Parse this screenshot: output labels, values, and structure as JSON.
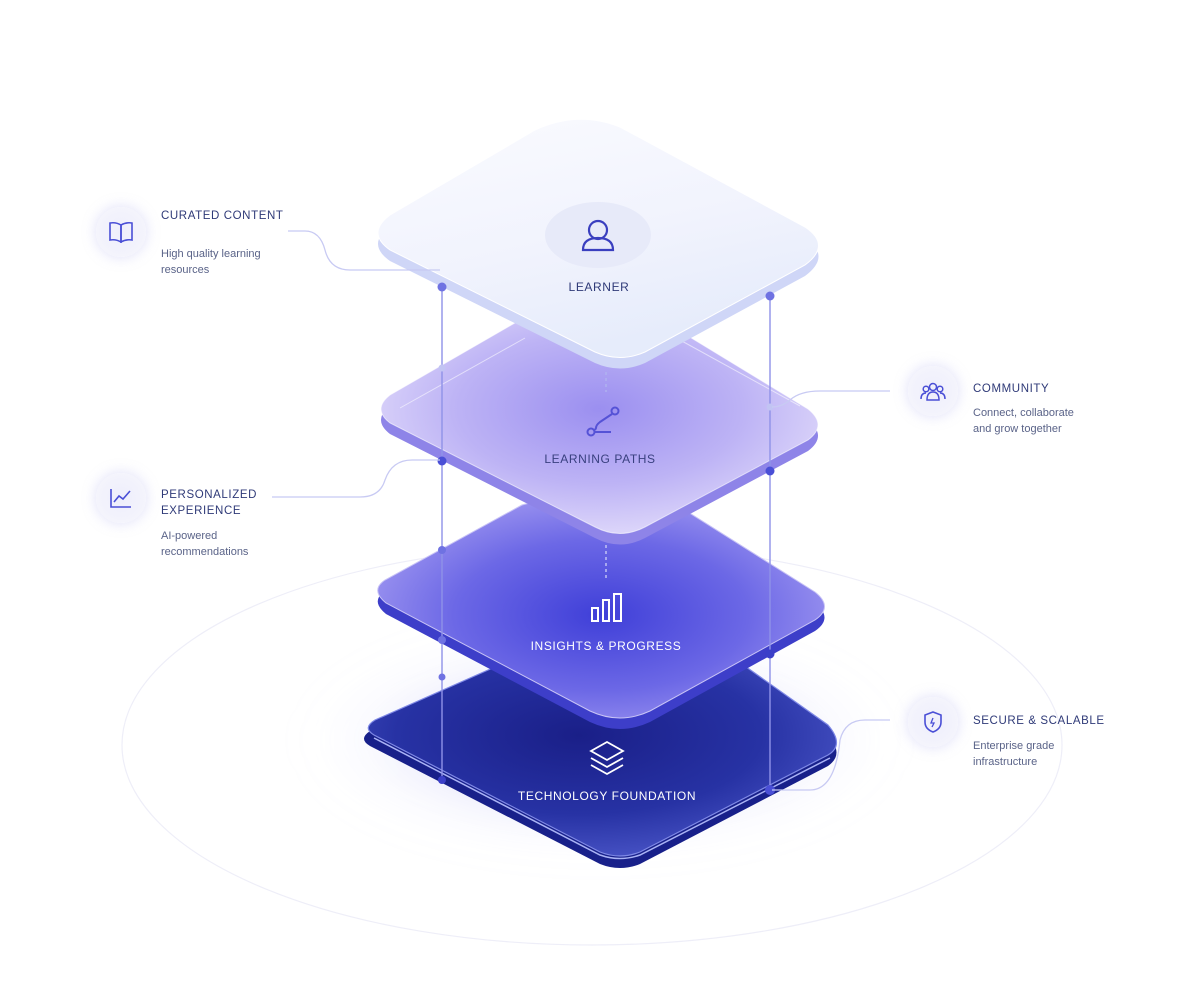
{
  "layers": [
    {
      "label": "LEARNER",
      "icon": "user-icon"
    },
    {
      "label": "LEARNING PATHS",
      "icon": "route-icon"
    },
    {
      "label": "INSIGHTS & PROGRESS",
      "icon": "bar-chart-icon"
    },
    {
      "label": "TECHNOLOGY FOUNDATION",
      "icon": "layers-icon"
    }
  ],
  "callouts": {
    "curated": {
      "title": "CURATED CONTENT",
      "desc_line1": "High quality learning",
      "desc_line2": "resources",
      "icon": "book-icon"
    },
    "personalized": {
      "title_line1": "PERSONALIZED",
      "title_line2": "EXPERIENCE",
      "desc_line1": "AI-powered",
      "desc_line2": "recommendations",
      "icon": "trend-chart-icon"
    },
    "community": {
      "title": "COMMUNITY",
      "desc_line1": "Connect, collaborate",
      "desc_line2": "and grow together",
      "icon": "people-icon"
    },
    "secure": {
      "title": "SECURE & SCALABLE",
      "desc_line1": "Enterprise grade",
      "desc_line2": "infrastructure",
      "icon": "shield-icon"
    }
  },
  "colors": {
    "accent": "#4a4fd6",
    "text_dark": "#2f3a78",
    "text_muted": "#5a6388",
    "layer_top": "#f4f5fd",
    "layer_second": "#b3aaf2",
    "layer_third": "#5c5ae3",
    "layer_bottom": "#1e2596"
  }
}
